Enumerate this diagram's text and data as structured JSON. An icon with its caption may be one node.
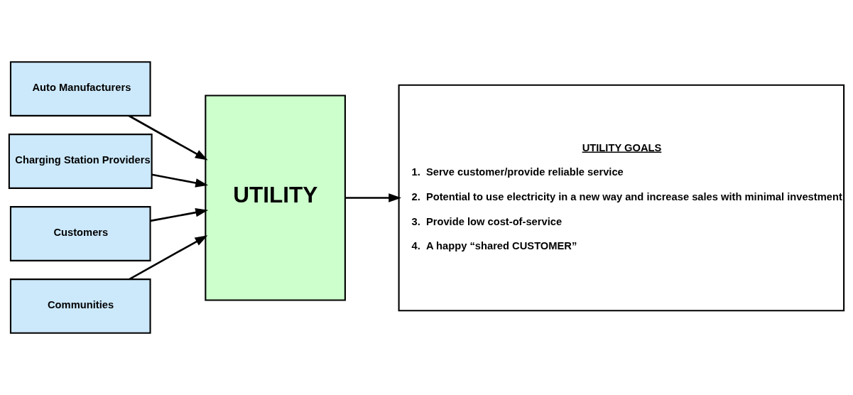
{
  "diagram": {
    "nodes": [
      {
        "text": [
          "Auto Manufacturers"
        ]
      },
      {
        "text": [
          "Charging Station Providers"
        ]
      },
      {
        "text": [
          "Customers"
        ]
      },
      {
        "text": [
          "Communities"
        ]
      },
      {
        "text": [
          "UTILITY"
        ]
      },
      {
        "text": [
          "UTILITY GOALS",
          "1.  Serve customer/provide reliable service",
          "2.  Potential to use electricity in a new way and increase sales with minimal investment",
          "3.  Provide low cost-of-service",
          "4.  A happy “shared CUSTOMER”"
        ]
      }
    ],
    "edges": [
      {
        "from": 0,
        "to": 4,
        "arrow": "to"
      },
      {
        "from": 1,
        "to": 4,
        "arrow": "to"
      },
      {
        "from": 2,
        "to": 4,
        "arrow": "to"
      },
      {
        "from": 3,
        "to": 4,
        "arrow": "to"
      },
      {
        "from": 4,
        "to": 5,
        "arrow": "to"
      }
    ]
  }
}
